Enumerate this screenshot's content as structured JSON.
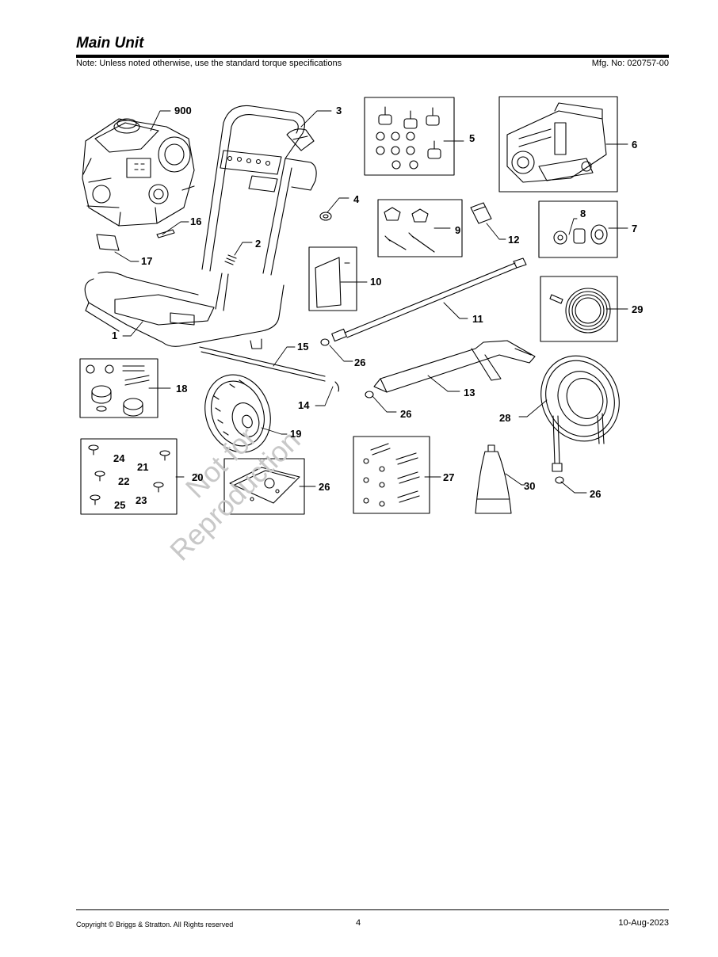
{
  "header": {
    "title": "Main Unit",
    "note": "Note: Unless noted otherwise, use the standard torque specifications",
    "mfg_no": "Mfg. No: 020757-00"
  },
  "watermark": {
    "line1": "Not for",
    "line2": "Reproduction"
  },
  "callouts": {
    "c900": "900",
    "c3": "3",
    "c5": "5",
    "c6": "6",
    "c4": "4",
    "c16": "16",
    "c2": "2",
    "c17": "17",
    "c9": "9",
    "c12": "12",
    "c8": "8",
    "c7": "7",
    "c10": "10",
    "c11": "11",
    "c29": "29",
    "c1": "1",
    "c15": "15",
    "c26a": "26",
    "c18": "18",
    "c14": "14",
    "c13": "13",
    "c26b": "26",
    "c28": "28",
    "c19": "19",
    "c24": "24",
    "c21": "21",
    "c22": "22",
    "c20": "20",
    "c23": "23",
    "c25": "25",
    "c26c": "26",
    "c27": "27",
    "c30": "30",
    "c26d": "26"
  },
  "footer": {
    "copyright": "Copyright ©  Briggs & Stratton. All Rights reserved",
    "page": "4",
    "date": "10-Aug-2023"
  }
}
